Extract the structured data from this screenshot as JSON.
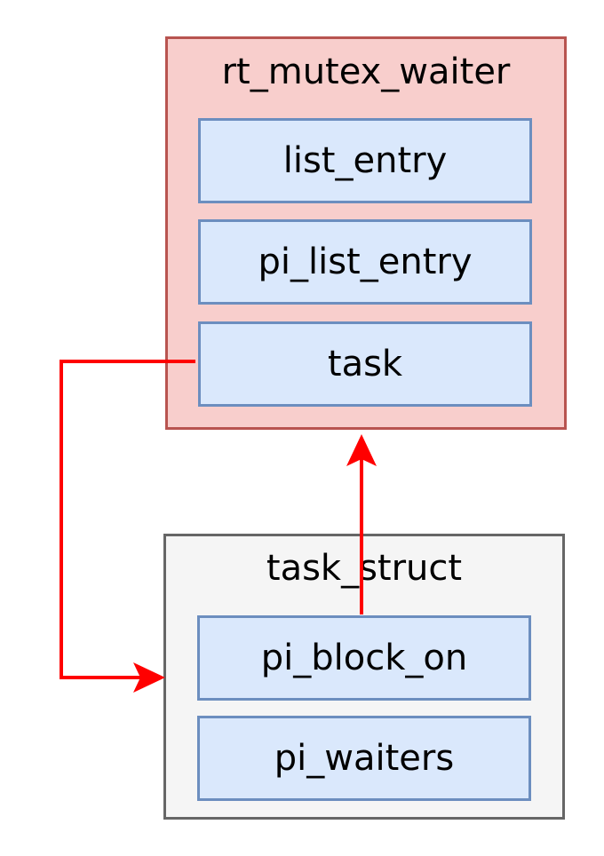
{
  "colors": {
    "waiter_fill": "#f8cecc",
    "waiter_border": "#b85450",
    "task_fill": "#f5f5f5",
    "task_border": "#666666",
    "field_fill": "#dae8fc",
    "field_border": "#6c8ebf",
    "arrow": "#ff0000"
  },
  "rt_mutex_waiter": {
    "title": "rt_mutex_waiter",
    "fields": [
      "list_entry",
      "pi_list_entry",
      "task"
    ]
  },
  "task_struct": {
    "title": "task_struct",
    "fields": [
      "pi_block_on",
      "pi_waiters"
    ]
  },
  "edges": [
    {
      "from": "rt_mutex_waiter.task",
      "to": "task_struct"
    },
    {
      "from": "task_struct.pi_block_on",
      "to": "rt_mutex_waiter"
    }
  ]
}
